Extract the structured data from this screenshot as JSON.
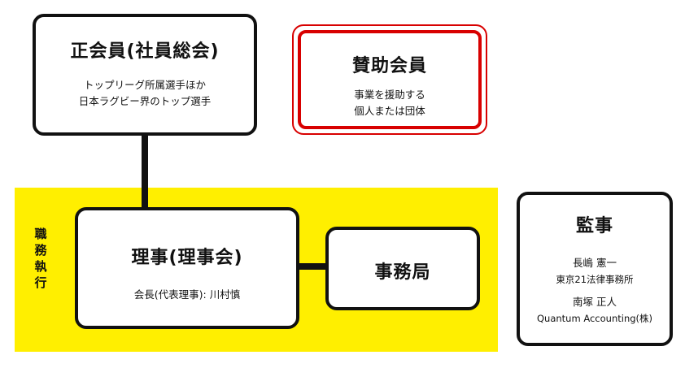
{
  "members": {
    "title": "正会員(社員総会)",
    "lines": [
      "トップリーグ所属選手ほか",
      "日本ラグビー界のトップ選手"
    ]
  },
  "supporters": {
    "title": "賛助会員",
    "lines": [
      "事業を援助する",
      "個人または団体"
    ]
  },
  "exec_label": [
    "職",
    "務",
    "執",
    "行"
  ],
  "board": {
    "title": "理事(理事会)",
    "subtitle": "会長(代表理事): 川村慎"
  },
  "office": {
    "title": "事務局"
  },
  "auditors": {
    "title": "監事",
    "person1": {
      "name": "長嶋 憲一",
      "org": "東京21法律事務所"
    },
    "person2": {
      "name": "南塚 正人",
      "org": "Quantum Accounting(株)"
    }
  },
  "colors": {
    "highlight": "#ffef00",
    "supporter_border": "#d80000",
    "line": "#111111"
  }
}
